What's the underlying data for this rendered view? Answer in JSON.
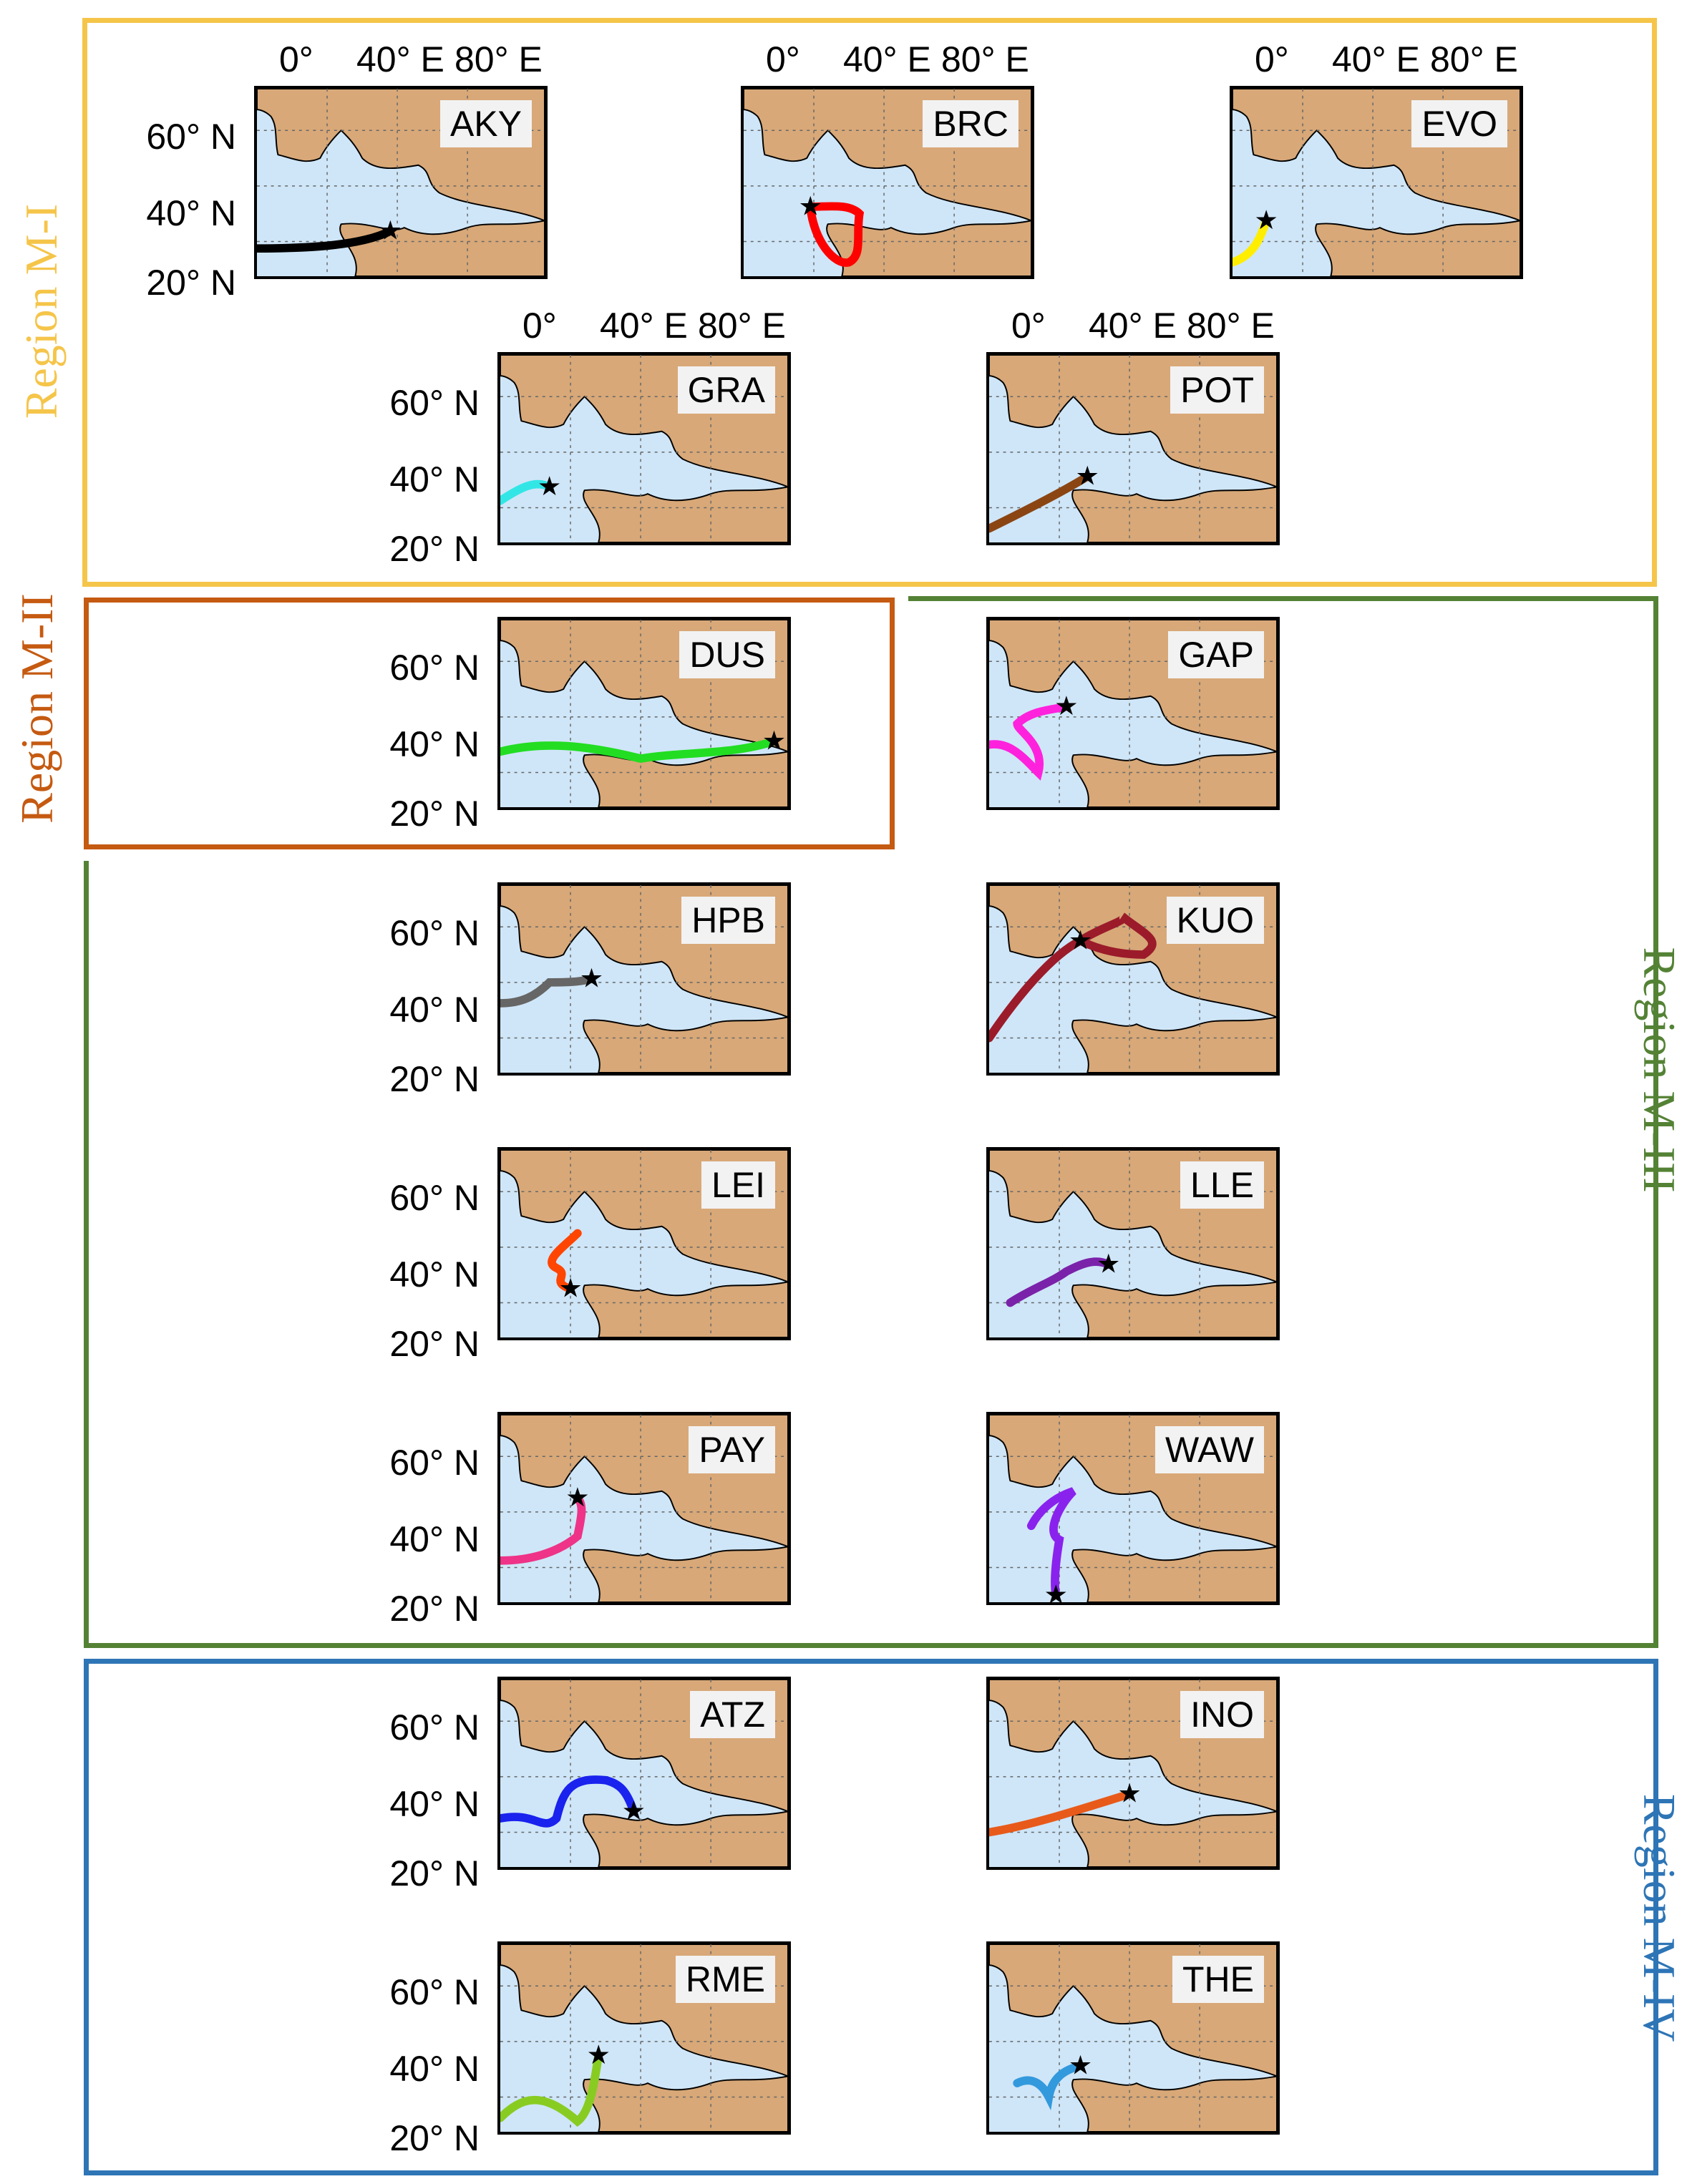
{
  "lon_ticks": [
    "0°",
    "40° E",
    "80° E"
  ],
  "lat_ticks": [
    "60° N",
    "40° N",
    "20° N"
  ],
  "colors": {
    "ocean": "#cfe6f8",
    "land": "#d8a878",
    "region_M_I": "#f5c54a",
    "region_M_II": "#c55a11",
    "region_M_III": "#548235",
    "region_M_IV": "#2e75b6"
  },
  "regions": [
    {
      "label": "Region M-I",
      "color": "#f5c54a"
    },
    {
      "label": "Region M-II",
      "color": "#c55a11"
    },
    {
      "label": "Region M-III",
      "color": "#548235"
    },
    {
      "label": "Region M-IV",
      "color": "#2e75b6"
    }
  ],
  "stations": [
    {
      "code": "AKY",
      "region": "Region M-I",
      "trajectory_color": "#000000"
    },
    {
      "code": "BRC",
      "region": "Region M-I",
      "trajectory_color": "#ff0000"
    },
    {
      "code": "EVO",
      "region": "Region M-I",
      "trajectory_color": "#ffee00"
    },
    {
      "code": "GRA",
      "region": "Region M-I",
      "trajectory_color": "#33e6e6"
    },
    {
      "code": "POT",
      "region": "Region M-I",
      "trajectory_color": "#8b4513"
    },
    {
      "code": "DUS",
      "region": "Region M-II",
      "trajectory_color": "#22dd22"
    },
    {
      "code": "GAP",
      "region": "Region M-III",
      "trajectory_color": "#ff22dd"
    },
    {
      "code": "HPB",
      "region": "Region M-III",
      "trajectory_color": "#666666"
    },
    {
      "code": "KUO",
      "region": "Region M-III",
      "trajectory_color": "#9b1b2a"
    },
    {
      "code": "LEI",
      "region": "Region M-III",
      "trajectory_color": "#ff4500"
    },
    {
      "code": "LLE",
      "region": "Region M-III",
      "trajectory_color": "#7b22aa"
    },
    {
      "code": "PAY",
      "region": "Region M-III",
      "trajectory_color": "#ee3388"
    },
    {
      "code": "WAW",
      "region": "Region M-III",
      "trajectory_color": "#8a22ee"
    },
    {
      "code": "ATZ",
      "region": "Region M-IV",
      "trajectory_color": "#1a22ee"
    },
    {
      "code": "INO",
      "region": "Region M-IV",
      "trajectory_color": "#e85a1a"
    },
    {
      "code": "RME",
      "region": "Region M-IV",
      "trajectory_color": "#88cc22"
    },
    {
      "code": "THE",
      "region": "Region M-IV",
      "trajectory_color": "#3399dd"
    }
  ]
}
